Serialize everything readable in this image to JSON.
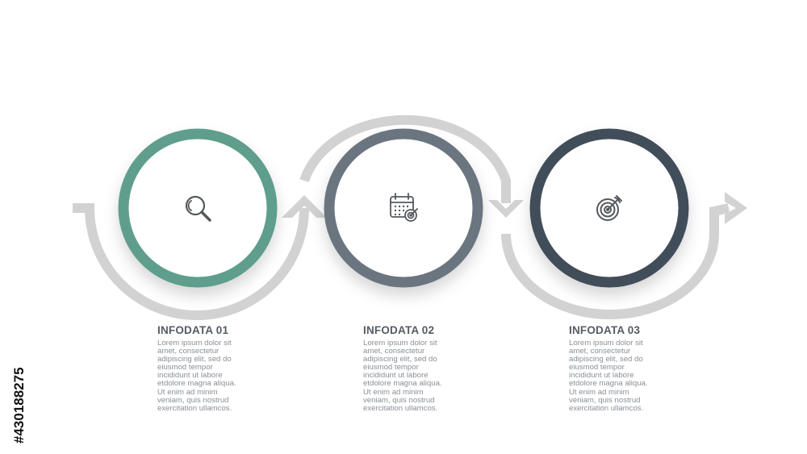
{
  "colors": {
    "step1": "#5e9e8c",
    "step2": "#6b7580",
    "step3": "#424e5a",
    "arrow": "#d2d2d2",
    "icon": "#55595e"
  },
  "steps": [
    {
      "title": "INFODATA 01",
      "icon": "magnifier-icon",
      "lines": [
        "Lorem ipsum dolor sit",
        "amet, consectetur",
        "adipiscing elit, sed do",
        "eiusmod tempor",
        "incididunt ut labore",
        "etdolore magna aliqua.",
        "Ut enim ad minim",
        "veniam, quis nostrud",
        "exercitation ullamcos."
      ]
    },
    {
      "title": "INFODATA 02",
      "icon": "calendar-target-icon",
      "lines": [
        "Lorem ipsum dolor sit",
        "amet, consectetur",
        "adipiscing elit, sed do",
        "eiusmod tempor",
        "incididunt ut labore",
        "etdolore magna aliqua.",
        "Ut enim ad minim",
        "veniam, quis nostrud",
        "exercitation ullamcos."
      ]
    },
    {
      "title": "INFODATA 03",
      "icon": "target-icon",
      "lines": [
        "Lorem ipsum dolor sit",
        "amet, consectetur",
        "adipiscing elit, sed do",
        "eiusmod tempor",
        "incididunt ut labore",
        "etdolore magna aliqua.",
        "Ut enim ad minim",
        "veniam, quis nostrud",
        "exercitation ullamcos."
      ]
    }
  ],
  "watermark": {
    "stock_id": "#430188275"
  }
}
